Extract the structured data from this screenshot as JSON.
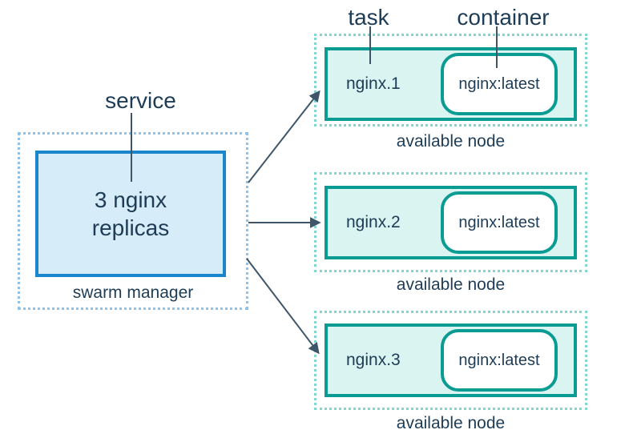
{
  "labels": {
    "service": "service",
    "task": "task",
    "container": "container"
  },
  "manager": {
    "service_box_label": "3 nginx replicas",
    "caption": "swarm manager"
  },
  "nodes": [
    {
      "task_label": "nginx.1",
      "container_label": "nginx:latest",
      "caption": "available node"
    },
    {
      "task_label": "nginx.2",
      "container_label": "nginx:latest",
      "caption": "available node"
    },
    {
      "task_label": "nginx.3",
      "container_label": "nginx:latest",
      "caption": "available node"
    }
  ],
  "colors": {
    "text": "#1e3c55",
    "arrow": "#3f566a",
    "manager_border": "#1a86cb",
    "manager_fill": "#d7ecf9",
    "manager_dotted": "#8fc2e9",
    "node_border": "#0a9c92",
    "node_fill": "#d9f4f1",
    "node_dotted": "#7ed7d0",
    "container_fill": "#ffffff"
  }
}
